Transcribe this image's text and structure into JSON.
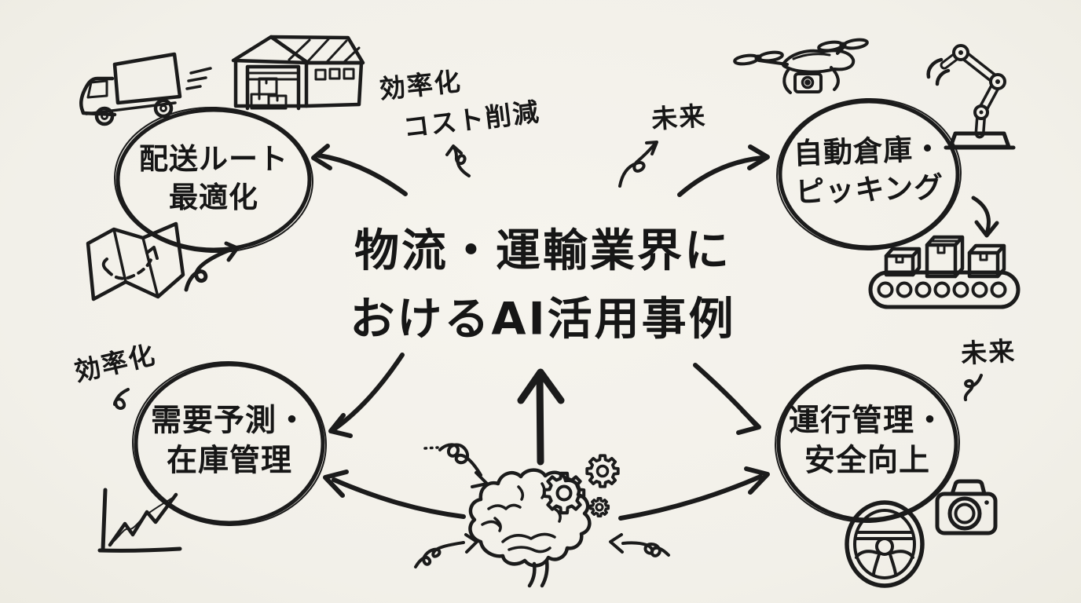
{
  "canvas": {
    "background": "#f3f1ea",
    "ink": "#1b1b1b"
  },
  "title": {
    "line1": "物流・運輸業界に",
    "line2": "おけるAI活用事例"
  },
  "bubbles": {
    "delivery_route": {
      "line1": "配送ルート",
      "line2": "最適化"
    },
    "auto_warehouse": {
      "line1": "自動倉庫・",
      "line2": "ピッキング"
    },
    "demand_forecast": {
      "line1": "需要予測・",
      "line2": "在庫管理"
    },
    "operation_safety": {
      "line1": "運行管理・",
      "line2": "安全向上"
    }
  },
  "annotations": {
    "efficiency_top": "効率化",
    "cost_reduction": "コスト削減",
    "future_top": "未来",
    "efficiency_bottom_left": "効率化",
    "future_bottom_right": "未来"
  },
  "icons": [
    "truck-icon",
    "warehouse-icon",
    "route-map-icon",
    "drone-icon",
    "robot-arm-icon",
    "conveyor-boxes-icon",
    "trend-chart-icon",
    "ai-brain-icon",
    "gears-icon",
    "steering-wheel-icon",
    "camera-icon"
  ]
}
